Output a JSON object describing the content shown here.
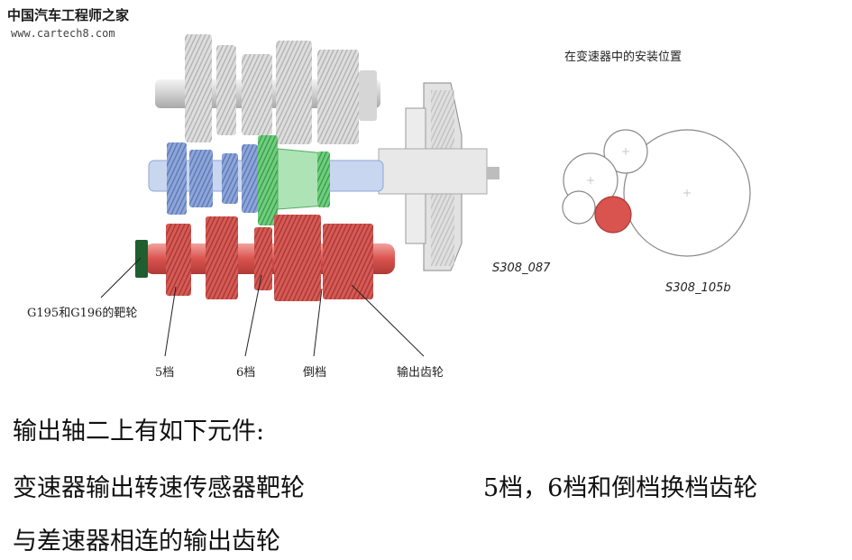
{
  "watermark": {
    "site_name": "中国汽车工程师之家",
    "url": "www.cartech8.com"
  },
  "figure": {
    "location_title": "在变速器中的安装位置",
    "code_left": "S308_087",
    "code_right": "S308_105b",
    "labels": {
      "target_wheel": "G195和G196的靶轮",
      "gear5": "5档",
      "gear6": "6档",
      "reverse": "倒档",
      "output_gear": "输出齿轮"
    }
  },
  "text": {
    "heading": "输出轴二上有如下元件:",
    "line1_left": "变速器输出转速传感器靶轮",
    "line1_right": "5档，6档和倒档换档齿轮",
    "line2": "与差速器相连的输出齿轮"
  },
  "colors": {
    "red_shaft": "#d9534f",
    "green_shaft": "#5cb85c",
    "blue_shaft": "#6f8fc9",
    "gray_shaft": "#c8c8c8",
    "dark_green": "#1f5e2e"
  }
}
